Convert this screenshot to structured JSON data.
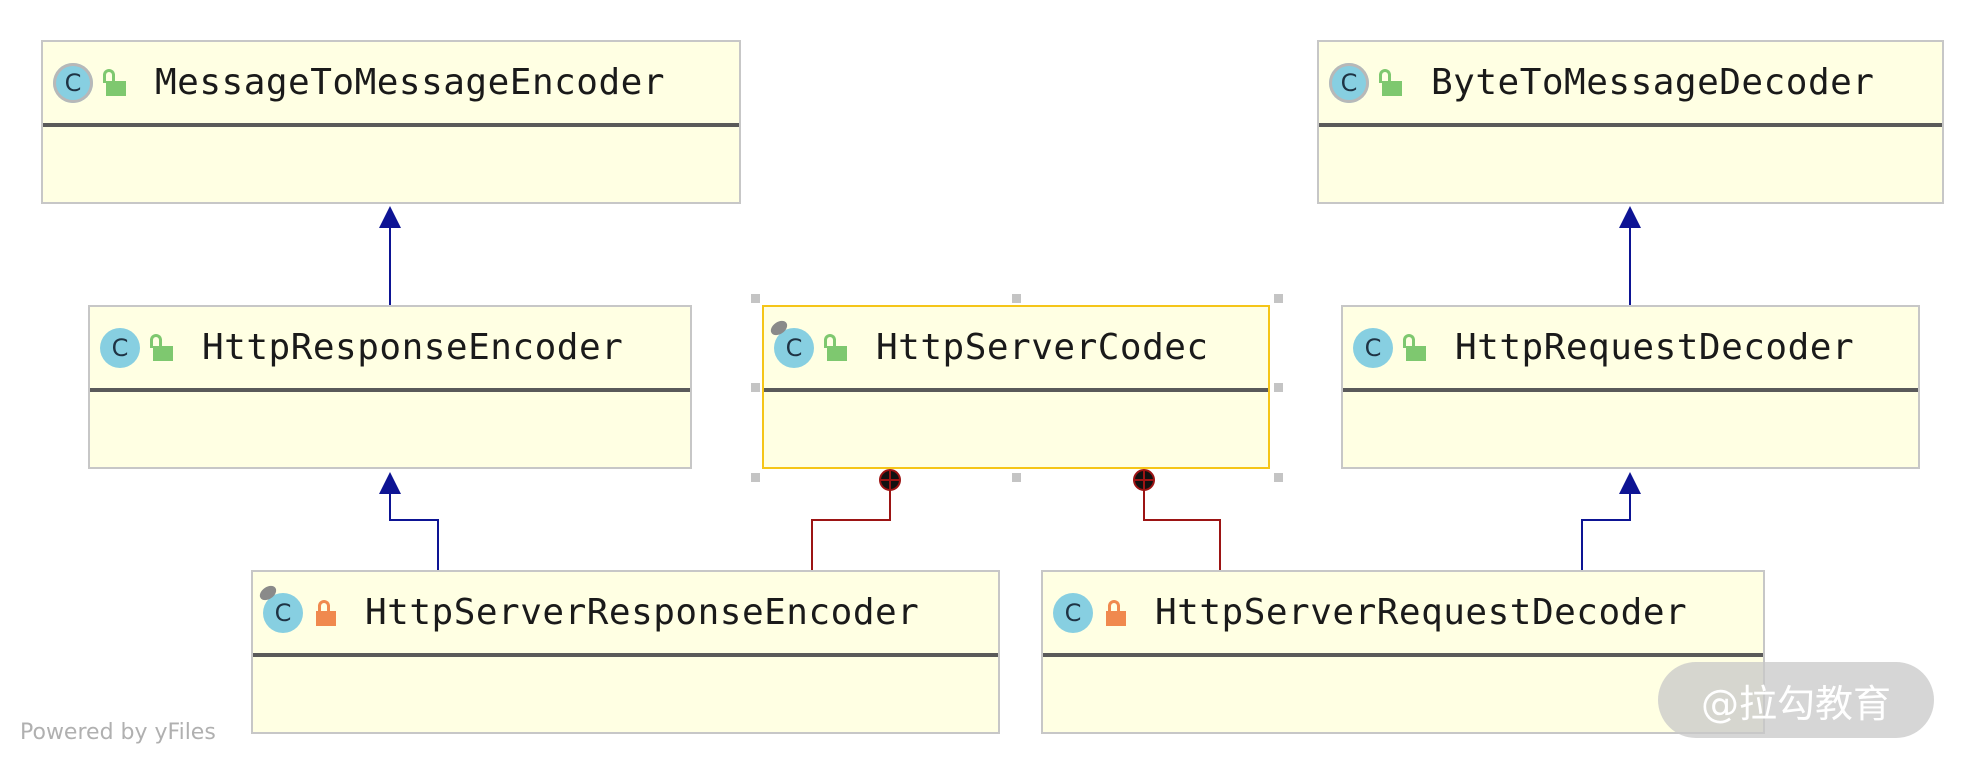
{
  "classes": [
    {
      "id": "mtme",
      "name": "MessageToMessageEncoder",
      "badge": "C",
      "abstract": true,
      "visibility": "public"
    },
    {
      "id": "btmd",
      "name": "ByteToMessageDecoder",
      "badge": "C",
      "abstract": true,
      "visibility": "public"
    },
    {
      "id": "hre",
      "name": "HttpResponseEncoder",
      "badge": "C",
      "abstract": false,
      "visibility": "public"
    },
    {
      "id": "hsc",
      "name": "HttpServerCodec",
      "badge": "C",
      "abstract": false,
      "final": true,
      "visibility": "public",
      "selected": true
    },
    {
      "id": "hrd",
      "name": "HttpRequestDecoder",
      "badge": "C",
      "abstract": false,
      "visibility": "public"
    },
    {
      "id": "hsre",
      "name": "HttpServerResponseEncoder",
      "badge": "C",
      "abstract": false,
      "final": true,
      "visibility": "private"
    },
    {
      "id": "hsrd",
      "name": "HttpServerRequestDecoder",
      "badge": "C",
      "abstract": false,
      "visibility": "private"
    }
  ],
  "relations": [
    {
      "type": "inheritance",
      "from": "hre",
      "to": "mtme"
    },
    {
      "type": "inheritance",
      "from": "hrd",
      "to": "btmd"
    },
    {
      "type": "inheritance",
      "from": "hsre",
      "to": "hre"
    },
    {
      "type": "inheritance",
      "from": "hsrd",
      "to": "hrd"
    },
    {
      "type": "inner-class",
      "from": "hsre",
      "to": "hsc"
    },
    {
      "type": "inner-class",
      "from": "hsrd",
      "to": "hsc"
    }
  ],
  "colors": {
    "inheritance": "#0d1494",
    "inner_class": "#9c1414",
    "node_fill": "#ffffe3",
    "selected_border": "#f5c518",
    "badge": "#87cfe1",
    "public_lock": "#7ec86f",
    "private_lock": "#f0894e"
  },
  "footer": {
    "powered_by": "Powered by yFiles"
  },
  "watermark": "@拉勾教育"
}
